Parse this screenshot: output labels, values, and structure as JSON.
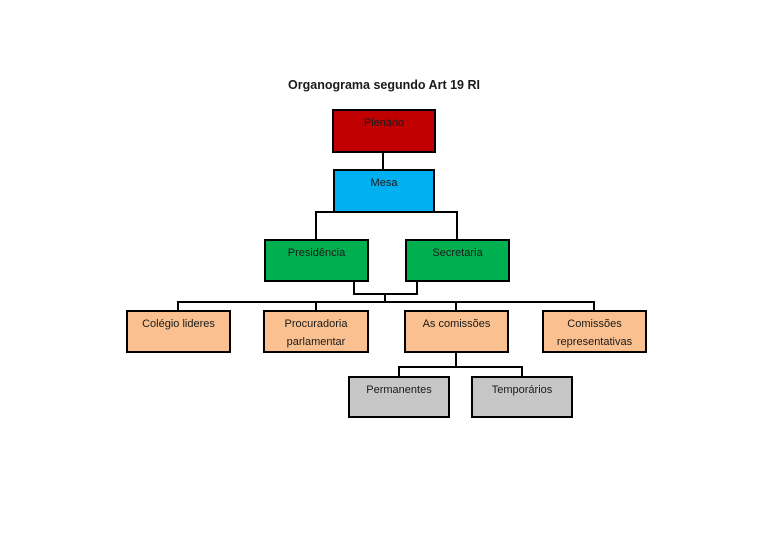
{
  "diagram": {
    "title": "Organograma segundo Art 19 RI",
    "nodes": [
      {
        "id": "plenario",
        "label": "Plenário",
        "color": "#C00000",
        "level": 1
      },
      {
        "id": "mesa",
        "label": "Mesa",
        "color": "#00B0F0",
        "level": 2
      },
      {
        "id": "presidencia",
        "label": "Presidência",
        "color": "#00B050",
        "level": 3
      },
      {
        "id": "secretaria",
        "label": "Secretaria",
        "color": "#00B050",
        "level": 3
      },
      {
        "id": "colegio-lideres",
        "label": "Colégio lideres",
        "color": "#FAC090",
        "level": 4
      },
      {
        "id": "procuradoria-parlamentar",
        "label": "Procuradoria parlamentar",
        "color": "#FAC090",
        "level": 4
      },
      {
        "id": "as-comissoes",
        "label": "As comissões",
        "color": "#FAC090",
        "level": 4
      },
      {
        "id": "comissoes-representativas",
        "label": "Comissões representativas",
        "color": "#FAC090",
        "level": 4
      },
      {
        "id": "permanentes",
        "label": "Permanentes",
        "color": "#C6C6C6",
        "level": 5
      },
      {
        "id": "temporarios",
        "label": "Temporários",
        "color": "#C6C6C6",
        "level": 5
      }
    ],
    "edges": [
      {
        "from": "Plenário",
        "to": "Mesa"
      },
      {
        "from": "Mesa",
        "to": "Presidência"
      },
      {
        "from": "Mesa",
        "to": "Secretaria"
      },
      {
        "from": "Presidência & Secretaria",
        "to": "Colégio lideres"
      },
      {
        "from": "Presidência & Secretaria",
        "to": "Procuradoria parlamentar"
      },
      {
        "from": "Presidência & Secretaria",
        "to": "As comissões"
      },
      {
        "from": "Presidência & Secretaria",
        "to": "Comissões representativas"
      },
      {
        "from": "As comissões",
        "to": "Permanentes"
      },
      {
        "from": "As comissões",
        "to": "Temporários"
      }
    ],
    "colors": {
      "background": "#FFFFFF",
      "node_border": "#000000",
      "connector_line": "#000000",
      "text": "#1A1A1A"
    }
  }
}
